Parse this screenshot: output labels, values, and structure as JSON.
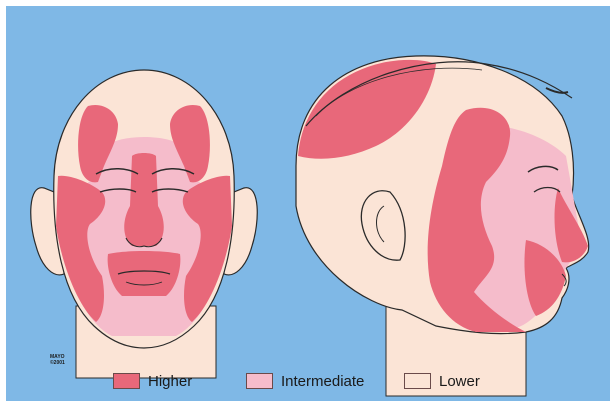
{
  "credit": {
    "line1": "MAYO",
    "line2": "©2001"
  },
  "legend": [
    {
      "label": "Higher",
      "color": "#e8687a"
    },
    {
      "label": "Intermediate",
      "color": "#f5bccb"
    },
    {
      "label": "Lower",
      "color": "#fbe4d6"
    }
  ],
  "colors": {
    "background": "#7fb8e6",
    "higher": "#e8687a",
    "intermediate": "#f5bccb",
    "lower": "#fbe4d6",
    "outline": "#2a2a2a"
  }
}
